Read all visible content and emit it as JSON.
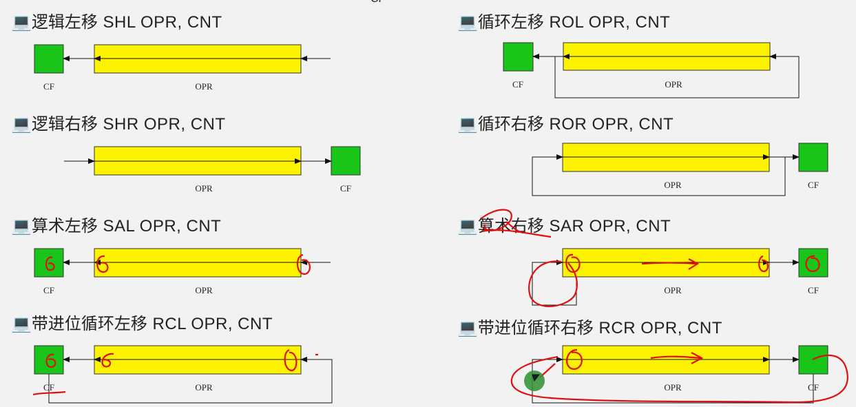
{
  "top_text": "CF",
  "icon": "computer-monitor-icon",
  "colors": {
    "register": "#fdf200",
    "flag": "#19c519",
    "annotation": "#e01010",
    "cursor": "#2f8f2f"
  },
  "operations": [
    {
      "name": "逻辑左移",
      "instruction": "SHL  OPR, CNT",
      "register_label": "OPR",
      "flag_label": "CF"
    },
    {
      "name": "逻辑右移",
      "instruction": "SHR  OPR, CNT",
      "register_label": "OPR",
      "flag_label": "CF"
    },
    {
      "name": "算术左移",
      "instruction": "SAL  OPR, CNT",
      "register_label": "OPR",
      "flag_label": "CF"
    },
    {
      "name": "带进位循环左移",
      "instruction": "RCL  OPR, CNT",
      "register_label": "OPR",
      "flag_label": "CF"
    },
    {
      "name": "循环左移",
      "instruction": "ROL  OPR, CNT",
      "register_label": "OPR",
      "flag_label": "CF"
    },
    {
      "name": "循环右移",
      "instruction": "ROR  OPR, CNT",
      "register_label": "OPR",
      "flag_label": "CF"
    },
    {
      "name": "算术右移",
      "instruction": "SAR  OPR, CNT",
      "register_label": "OPR",
      "flag_label": "CF"
    },
    {
      "name": "带进位循环右移",
      "instruction": "RCR  OPR, CNT",
      "register_label": "OPR",
      "flag_label": "CF"
    }
  ]
}
